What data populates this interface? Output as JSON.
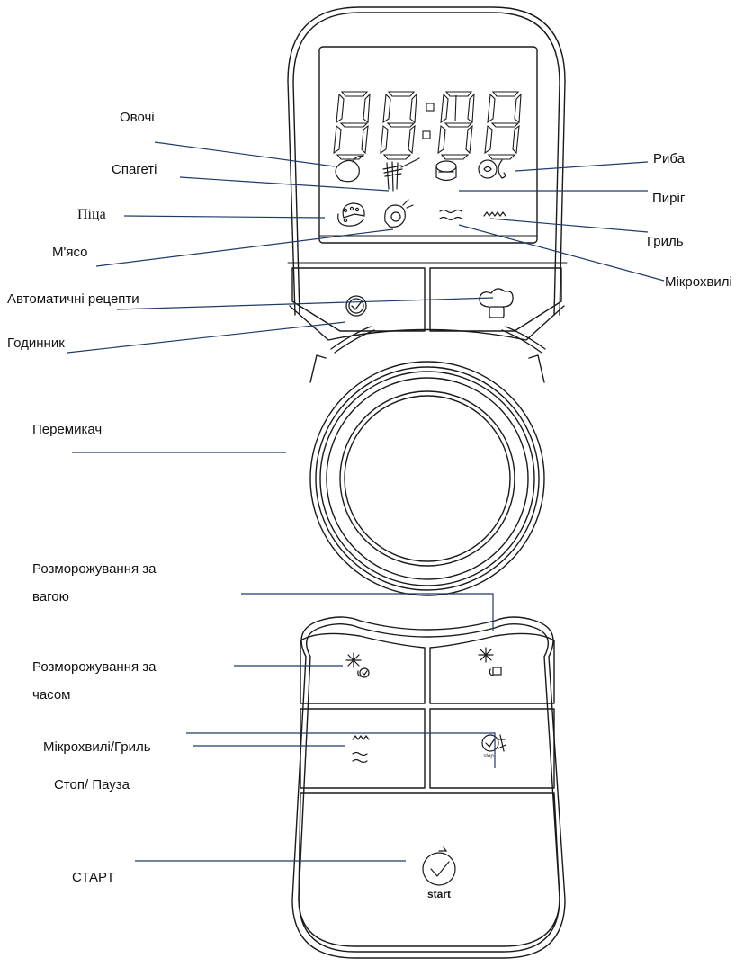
{
  "display": {
    "digits": "88:88"
  },
  "labels": {
    "vegetables": "Овочі",
    "spaghetti": "Спагеті",
    "pizza": "Піца",
    "meat": "М'ясо",
    "fish": "Риба",
    "cake": "Пиріг",
    "grill": "Гриль",
    "microwave": "Мікрохвилі",
    "auto_recipes": "Автоматичні рецепти",
    "clock": "Годинник",
    "dial": "Перемикач",
    "defrost_weight_1": "Розморожування за",
    "defrost_weight_2": "вагою",
    "defrost_time_1": "Розморожування за",
    "defrost_time_2": "часом",
    "micro_grill": "Мікрохвилі/Гриль",
    "stop_pause": "Стоп/ Пауза",
    "start": "СТАРТ"
  },
  "button_text": {
    "start_icon_text": "start",
    "stop_icon_text": "stop"
  },
  "colors": {
    "outline": "#1a1a1a",
    "leader_line": "#1f3a6b"
  },
  "icons": [
    "vegetable-icon",
    "spaghetti-icon",
    "cake-icon",
    "fish-icon",
    "pizza-icon",
    "meat-icon",
    "microwave-icon",
    "grill-icon",
    "clock-icon",
    "chef-hat-icon",
    "defrost-time-icon",
    "defrost-weight-icon",
    "stop-icon",
    "start-icon"
  ]
}
